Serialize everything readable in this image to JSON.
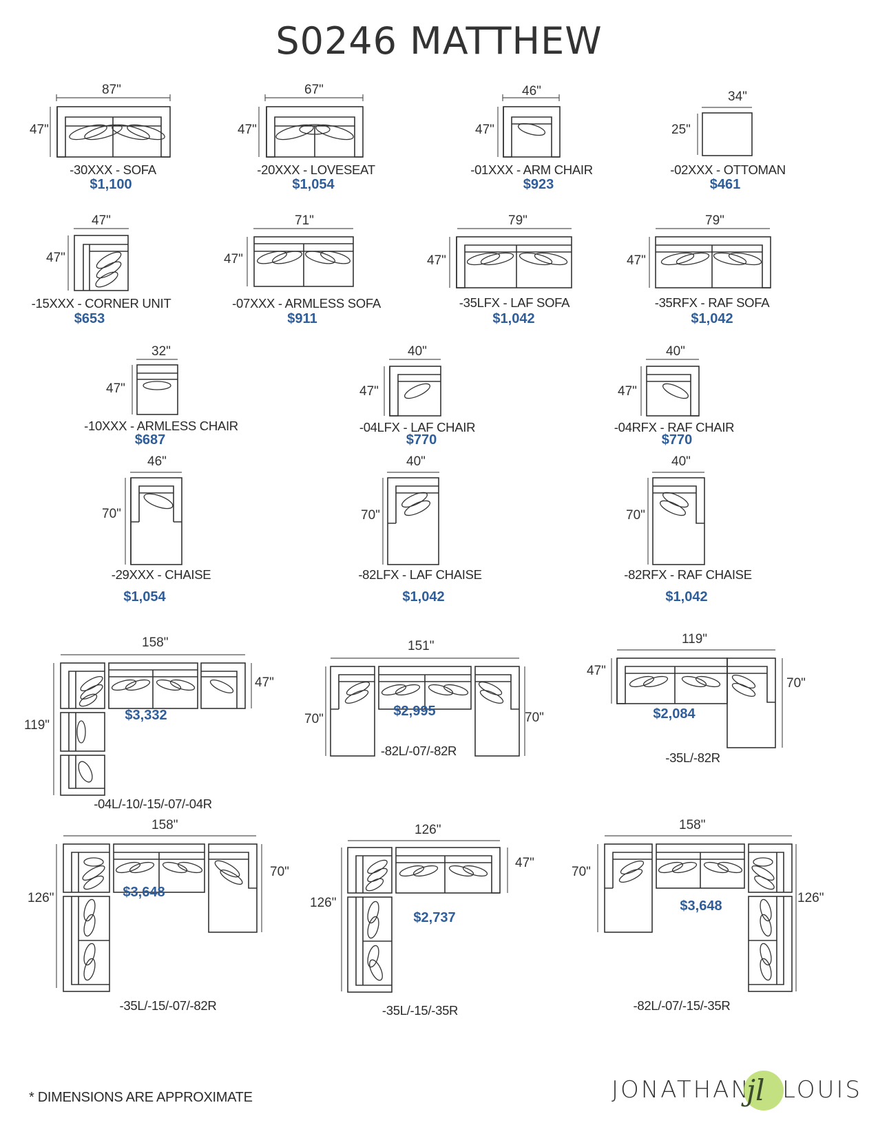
{
  "title": "S0246 MATTHEW",
  "footnote": "* DIMENSIONS ARE APPROXIMATE",
  "brand": {
    "left": "JONATHAN",
    "right": "LOUIS",
    "mark": "jl"
  },
  "items": {
    "sofa": {
      "code": "-30XXX - SOFA",
      "price": "$1,100",
      "w": "87\"",
      "d": "47\""
    },
    "loveseat": {
      "code": "-20XXX - LOVESEAT",
      "price": "$1,054",
      "w": "67\"",
      "d": "47\""
    },
    "armchair": {
      "code": "-01XXX - ARM CHAIR",
      "price": "$923",
      "w": "46\"",
      "d": "47\""
    },
    "ottoman": {
      "code": "-02XXX - OTTOMAN",
      "price": "$461",
      "w": "34\"",
      "d": "25\""
    },
    "corner": {
      "code": "-15XXX - CORNER UNIT",
      "price": "$653",
      "w": "47\"",
      "d": "47\""
    },
    "armless": {
      "code": "-07XXX - ARMLESS SOFA",
      "price": "$911",
      "w": "71\"",
      "d": "47\""
    },
    "lafsofa": {
      "code": "-35LFX - LAF SOFA",
      "price": "$1,042",
      "w": "79\"",
      "d": "47\""
    },
    "rafsofa": {
      "code": "-35RFX - RAF SOFA",
      "price": "$1,042",
      "w": "79\"",
      "d": "47\""
    },
    "armlesschair": {
      "code": "-10XXX - ARMLESS CHAIR",
      "price": "$687",
      "w": "32\"",
      "d": "47\""
    },
    "lafchair": {
      "code": "-04LFX - LAF CHAIR",
      "price": "$770",
      "w": "40\"",
      "d": "47\""
    },
    "rafchair": {
      "code": "-04RFX - RAF CHAIR",
      "price": "$770",
      "w": "40\"",
      "d": "47\""
    },
    "chaise": {
      "code": "-29XXX - CHAISE",
      "price": "$1,054",
      "w": "46\"",
      "d": "70\""
    },
    "lafchaise": {
      "code": "-82LFX - LAF CHAISE",
      "price": "$1,042",
      "w": "40\"",
      "d": "70\""
    },
    "rafchaise": {
      "code": "-82RFX - RAF CHAISE",
      "price": "$1,042",
      "w": "40\"",
      "d": "70\""
    },
    "sec1": {
      "code": "-04L/-10/-15/-07/-04R",
      "price": "$3,332",
      "w": "158\"",
      "d": "47\"",
      "h": "119\""
    },
    "sec2": {
      "code": "-82L/-07/-82R",
      "price": "$2,995",
      "w": "151\"",
      "d": "70\"",
      "d2": "70\""
    },
    "sec3": {
      "code": "-35L/-82R",
      "price": "$2,084",
      "w": "119\"",
      "d": "47\"",
      "d2": "70\""
    },
    "sec4": {
      "code": "-35L/-15/-07/-82R",
      "price": "$3,648",
      "w": "158\"",
      "d": "70\"",
      "h": "126\""
    },
    "sec5": {
      "code": "-35L/-15/-35R",
      "price": "$2,737",
      "w": "126\"",
      "d": "47\"",
      "h": "126\""
    },
    "sec6": {
      "code": "-82L/-07/-15/-35R",
      "price": "$3,648",
      "w": "158\"",
      "d": "70\"",
      "h": "126\""
    }
  }
}
